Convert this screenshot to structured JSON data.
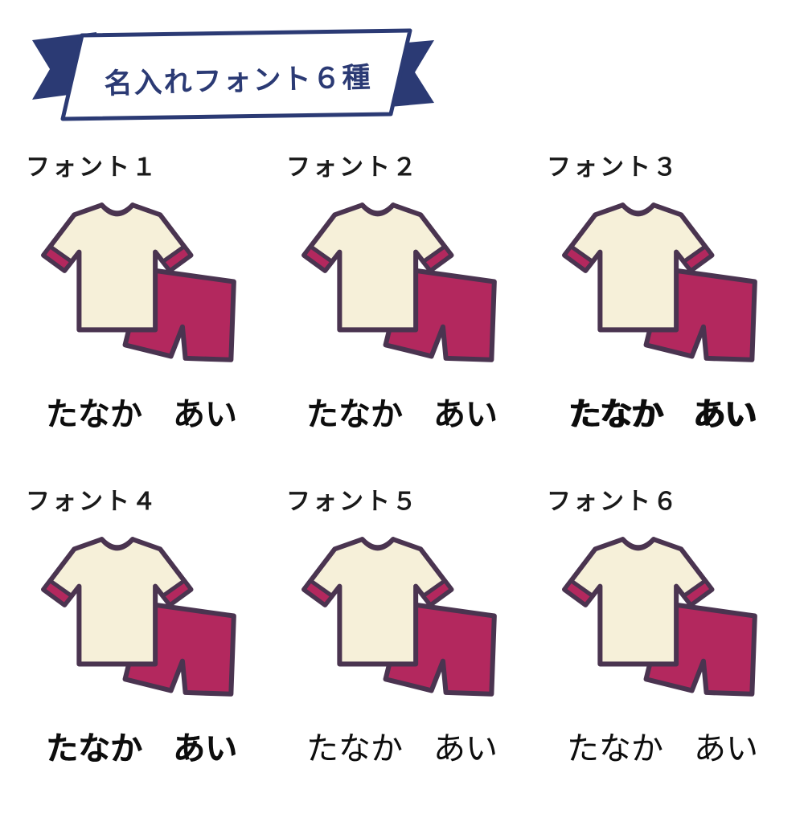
{
  "banner": {
    "label": "名入れフォント６種"
  },
  "colors": {
    "navy": "#2b3a74",
    "outline": "#4a3450",
    "shirt_fill": "#f6f0d9",
    "accent_magenta": "#b3285e",
    "text": "#0d0d0d"
  },
  "icons": {
    "ribbon": "banner-ribbon-shape",
    "pajama_set": "tshirt-and-shorts-illustration"
  },
  "fonts": [
    {
      "label": "フォント１",
      "sample_first": "たなか",
      "sample_second": "あい"
    },
    {
      "label": "フォント２",
      "sample_first": "たなか",
      "sample_second": "あい"
    },
    {
      "label": "フォント３",
      "sample_first": "たなか",
      "sample_second": "あい"
    },
    {
      "label": "フォント４",
      "sample_first": "たなか",
      "sample_second": "あい"
    },
    {
      "label": "フォント５",
      "sample_first": "たなか",
      "sample_second": "あい"
    },
    {
      "label": "フォント６",
      "sample_first": "たなか",
      "sample_second": "あい"
    }
  ]
}
